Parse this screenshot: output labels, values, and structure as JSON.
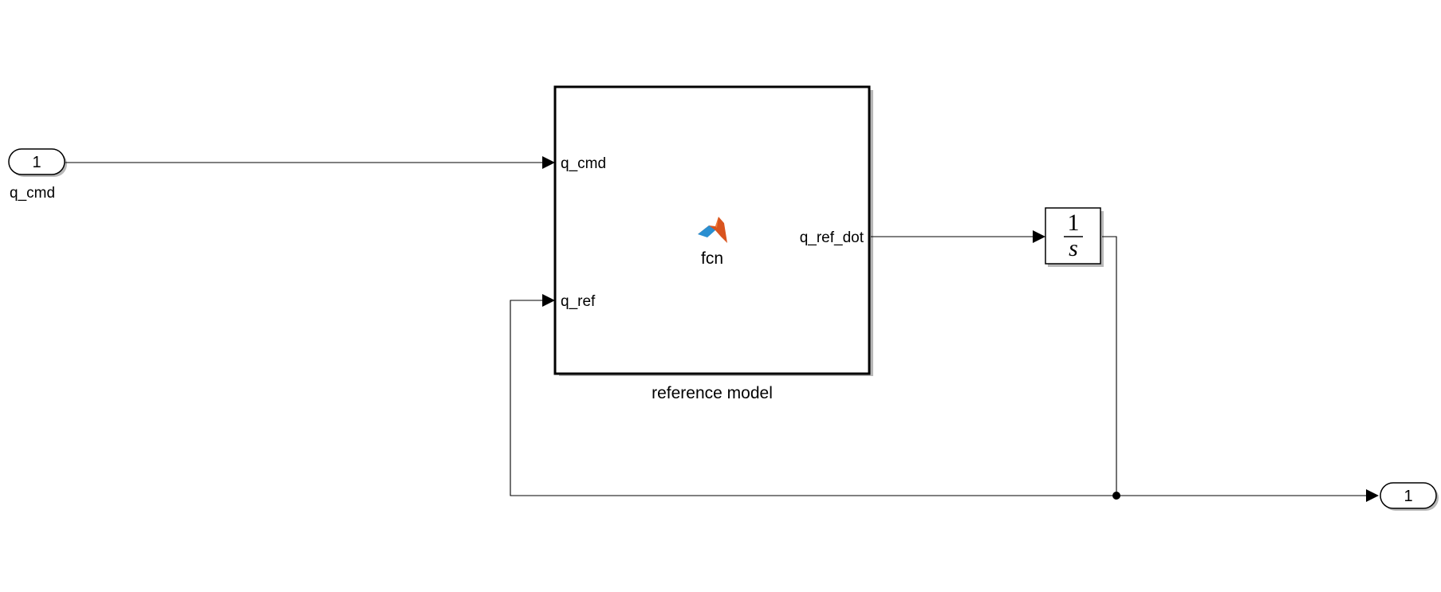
{
  "inport": {
    "number": "1",
    "label": "q_cmd"
  },
  "outport": {
    "number": "1"
  },
  "reference_block": {
    "name": "reference model",
    "function_label": "fcn",
    "icon": "matlab-function-icon",
    "inputs": [
      "q_cmd",
      "q_ref"
    ],
    "output": "q_ref_dot"
  },
  "integrator": {
    "numerator": "1",
    "denominator": "s"
  },
  "colors": {
    "line": "#000000",
    "matlab_orange": "#d9541e",
    "matlab_blue": "#2a8fd1"
  }
}
